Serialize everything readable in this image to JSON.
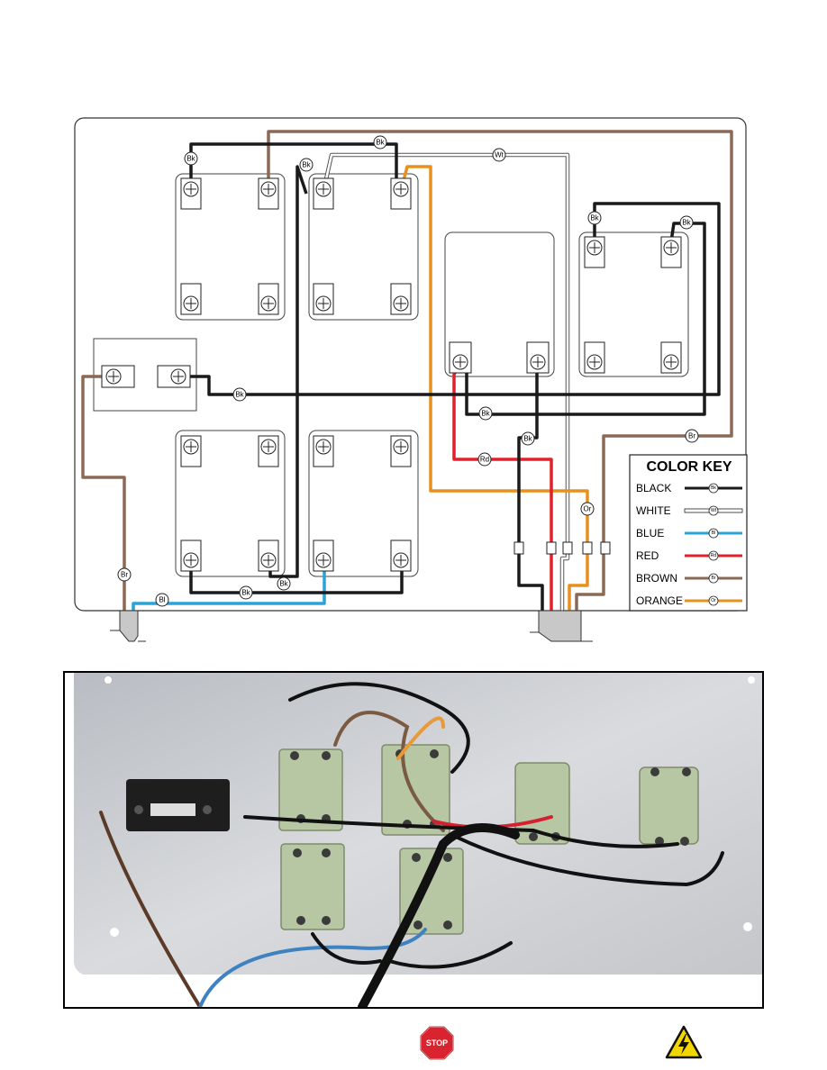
{
  "wire_tags": {
    "black": "Bk",
    "white": "Wt",
    "blue": "Bl",
    "red": "Rd",
    "brown": "Br",
    "orange": "Or"
  },
  "color_key": {
    "title": "COLOR KEY",
    "entries": [
      {
        "label": "BLACK",
        "tag": "Bk",
        "color": "#1a1a1a"
      },
      {
        "label": "WHITE",
        "tag": "Wt",
        "color": "#ffffff"
      },
      {
        "label": "BLUE",
        "tag": "Bl",
        "color": "#2aa3d8"
      },
      {
        "label": "RED",
        "tag": "Rd",
        "color": "#e0202a"
      },
      {
        "label": "BROWN",
        "tag": "Br",
        "color": "#8b6a55"
      },
      {
        "label": "ORANGE",
        "tag": "Or",
        "color": "#e8901e"
      }
    ]
  },
  "icons": {
    "stop": {
      "name": "stop-sign-icon",
      "text": "STOP",
      "color": "#d9232e"
    },
    "warning": {
      "name": "electrical-hazard-icon",
      "color": "#f2d600"
    }
  },
  "colors": {
    "panel_outline": "#333333",
    "photo_panel": "#c9cbcf",
    "switch_body": "#b9c9a8"
  }
}
